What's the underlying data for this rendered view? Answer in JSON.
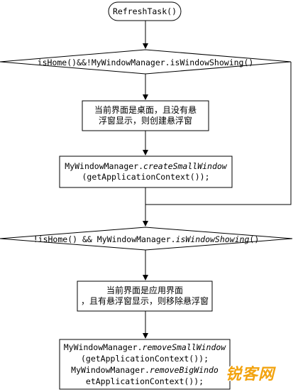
{
  "diagram": {
    "start": "RefreshTask()",
    "decision1": "isHome()&&!MyWindowManager.isWindowShowing()",
    "note1": {
      "line1": "当前界面是桌面，且没有悬",
      "line2": "浮窗显示，则创建悬浮窗"
    },
    "action1": {
      "method": "MyWindowManager.",
      "call": "createSmallWindow",
      "arg": "(getApplicationContext());"
    },
    "decision2": {
      "prefix": "!isHome() && MyWindowManager.",
      "call": "isWindowShowing",
      "suffix": "()"
    },
    "note2": {
      "line1": "当前界面是应用界面",
      "line2": "，且有悬浮窗显示，则移除悬浮窗"
    },
    "action2": {
      "line1_method": "MyWindowManager.",
      "line1_call": "removeSmallWindow",
      "line2": "(getApplicationContext());",
      "line3_method": "MyWindowManager.",
      "line3_call": "removeBigWindo",
      "line4": "etApplicationContext());"
    }
  },
  "watermark": "锐客网",
  "colors": {
    "stroke": "#000000",
    "background": "#ffffff",
    "watermark": "#f2a30f"
  }
}
